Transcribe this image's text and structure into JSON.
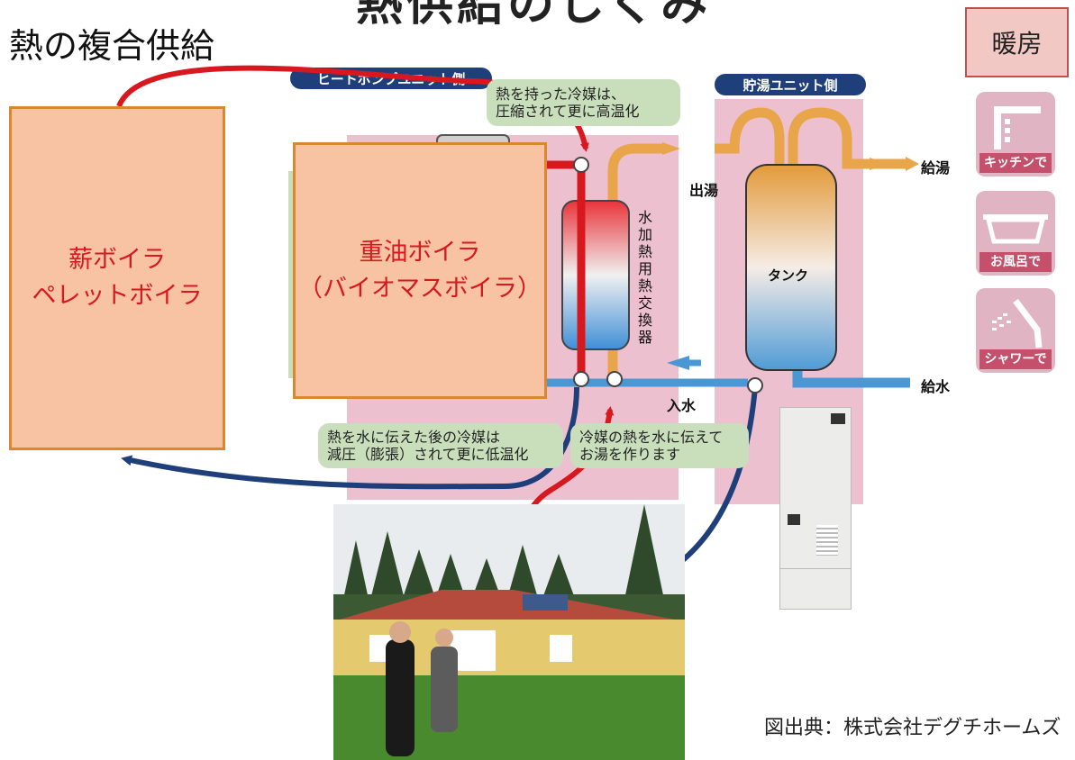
{
  "header": {
    "top_title_partial": "熱供給のしくみ",
    "title": "熱の複合供給",
    "heating_label": "暖房"
  },
  "units": {
    "heatpump_side": "ヒートポンプユニット側",
    "storage_side": "貯湯ユニット側"
  },
  "boilers": {
    "wood": {
      "line1": "薪ボイラ",
      "line2": "ペレットボイラ"
    },
    "oil": {
      "line1": "重油ボイラ",
      "line2": "（バイオマスボイラ）"
    }
  },
  "bubbles": {
    "compressed": {
      "line1": "熱を持った冷媒は、",
      "line2": "圧縮されて更に高温化"
    },
    "expanded": {
      "line1": "熱を水に伝えた後の冷媒は",
      "line2": "減圧（膨張）されて更に低温化"
    },
    "transfer": {
      "line1": "冷媒の熱を水に伝えて",
      "line2": "お湯を作ります"
    }
  },
  "labels": {
    "heat_exchanger": "水加熱用熱交換器",
    "hot_water_out": "出湯",
    "water_in": "入水",
    "tank": "タンク",
    "hot_water_supply": "給湯",
    "water_supply": "給水"
  },
  "usage_tiles": [
    {
      "caption": "キッチンで",
      "icon": "kitchen-icon"
    },
    {
      "caption": "お風呂で",
      "icon": "bathtub-icon"
    },
    {
      "caption": "シャワーで",
      "icon": "shower-icon"
    }
  ],
  "credit": "図出典：株式会社デグチホームズ",
  "colors": {
    "hot": "#d7191f",
    "cold": "#1f3f7a",
    "hot_water_pipe": "#e9a54a",
    "supply_pipe": "#4a97d4",
    "zone": "#edc0d0",
    "bubble": "#c9dfbc",
    "boiler_fill": "#f8c3a3",
    "boiler_border": "#d9882f"
  }
}
